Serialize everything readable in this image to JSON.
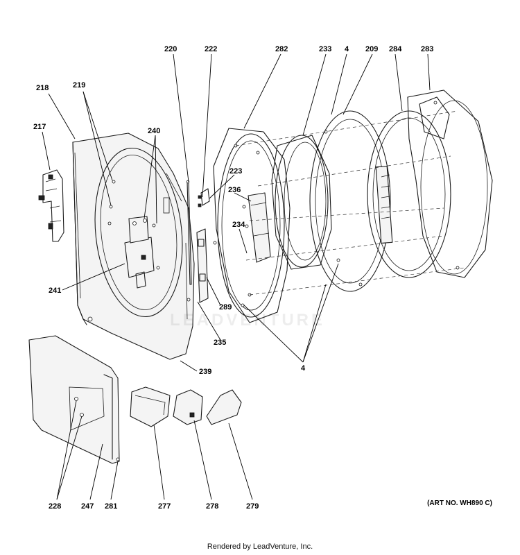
{
  "callouts": [
    {
      "id": "c217",
      "label": "217"
    },
    {
      "id": "c218",
      "label": "218"
    },
    {
      "id": "c219",
      "label": "219"
    },
    {
      "id": "c220",
      "label": "220"
    },
    {
      "id": "c222",
      "label": "222"
    },
    {
      "id": "c282",
      "label": "282"
    },
    {
      "id": "c233",
      "label": "233"
    },
    {
      "id": "c4a",
      "label": "4"
    },
    {
      "id": "c209",
      "label": "209"
    },
    {
      "id": "c284",
      "label": "284"
    },
    {
      "id": "c283",
      "label": "283"
    },
    {
      "id": "c240",
      "label": "240"
    },
    {
      "id": "c223",
      "label": "223"
    },
    {
      "id": "c236",
      "label": "236"
    },
    {
      "id": "c234",
      "label": "234"
    },
    {
      "id": "c241",
      "label": "241"
    },
    {
      "id": "c289",
      "label": "289"
    },
    {
      "id": "c235",
      "label": "235"
    },
    {
      "id": "c4b",
      "label": "4"
    },
    {
      "id": "c239",
      "label": "239"
    },
    {
      "id": "c228",
      "label": "228"
    },
    {
      "id": "c247",
      "label": "247"
    },
    {
      "id": "c281",
      "label": "281"
    },
    {
      "id": "c277",
      "label": "277"
    },
    {
      "id": "c278",
      "label": "278"
    },
    {
      "id": "c279",
      "label": "279"
    }
  ],
  "art_number": "(ART NO. WH890 C)",
  "watermark": "LEADVENTURE",
  "footer": "Rendered by LeadVenture, Inc."
}
